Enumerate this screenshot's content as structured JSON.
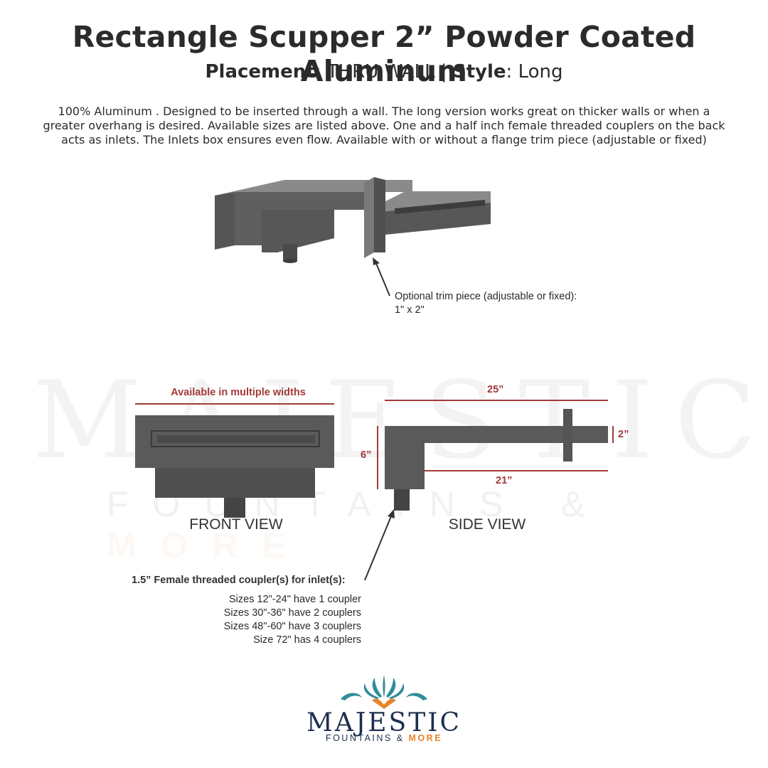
{
  "header": {
    "title": "Rectangle Scupper 2” Powder Coated Aluminum",
    "placement_label": "Placement",
    "placement_value": "THRU WALL",
    "separator": "|",
    "style_label": "Style",
    "style_value": "Long"
  },
  "description": "100% Aluminum . Designed to be inserted through a wall. The long version works great on thicker walls or when a greater overhang is desired. Available sizes are listed above. One and a half inch female threaded couplers on the back acts as inlets. The Inlets box ensures even flow.  Available with or without a flange trim piece (adjustable or fixed)",
  "trim_note": {
    "line1": "Optional trim piece (adjustable or fixed):",
    "line2": "1\" x 2\""
  },
  "front_view": {
    "width_note": "Available in multiple widths",
    "label": "FRONT VIEW"
  },
  "side_view": {
    "label": "SIDE VIEW",
    "dim_overall": "25”",
    "dim_height": "6”",
    "dim_thickness": "2”",
    "dim_spout": "21”"
  },
  "coupler_note": {
    "heading": "1.5” Female threaded coupler(s) for inlet(s):",
    "lines": [
      "Sizes 12\"-24\" have 1 coupler",
      "Sizes 30\"-36\" have 2 couplers",
      "Sizes 48\"-60\" have 3 couplers",
      "Size 72\" has 4 couplers"
    ]
  },
  "logo": {
    "name": "MAJESTIC",
    "tagline_part1": "FOUNTAINS &",
    "tagline_part2": "MORE"
  },
  "watermark": {
    "name": "MAJESTIC",
    "tagline_part1": "FOUNTAINS &",
    "tagline_part2": "MORE"
  },
  "colors": {
    "metal": "#5a5a5a",
    "metal_dark": "#3f3f3f",
    "dimension": "#a33a3a",
    "logo_teal": "#2f8b9b",
    "logo_orange": "#e8832a",
    "logo_navy": "#1e2f4f"
  }
}
